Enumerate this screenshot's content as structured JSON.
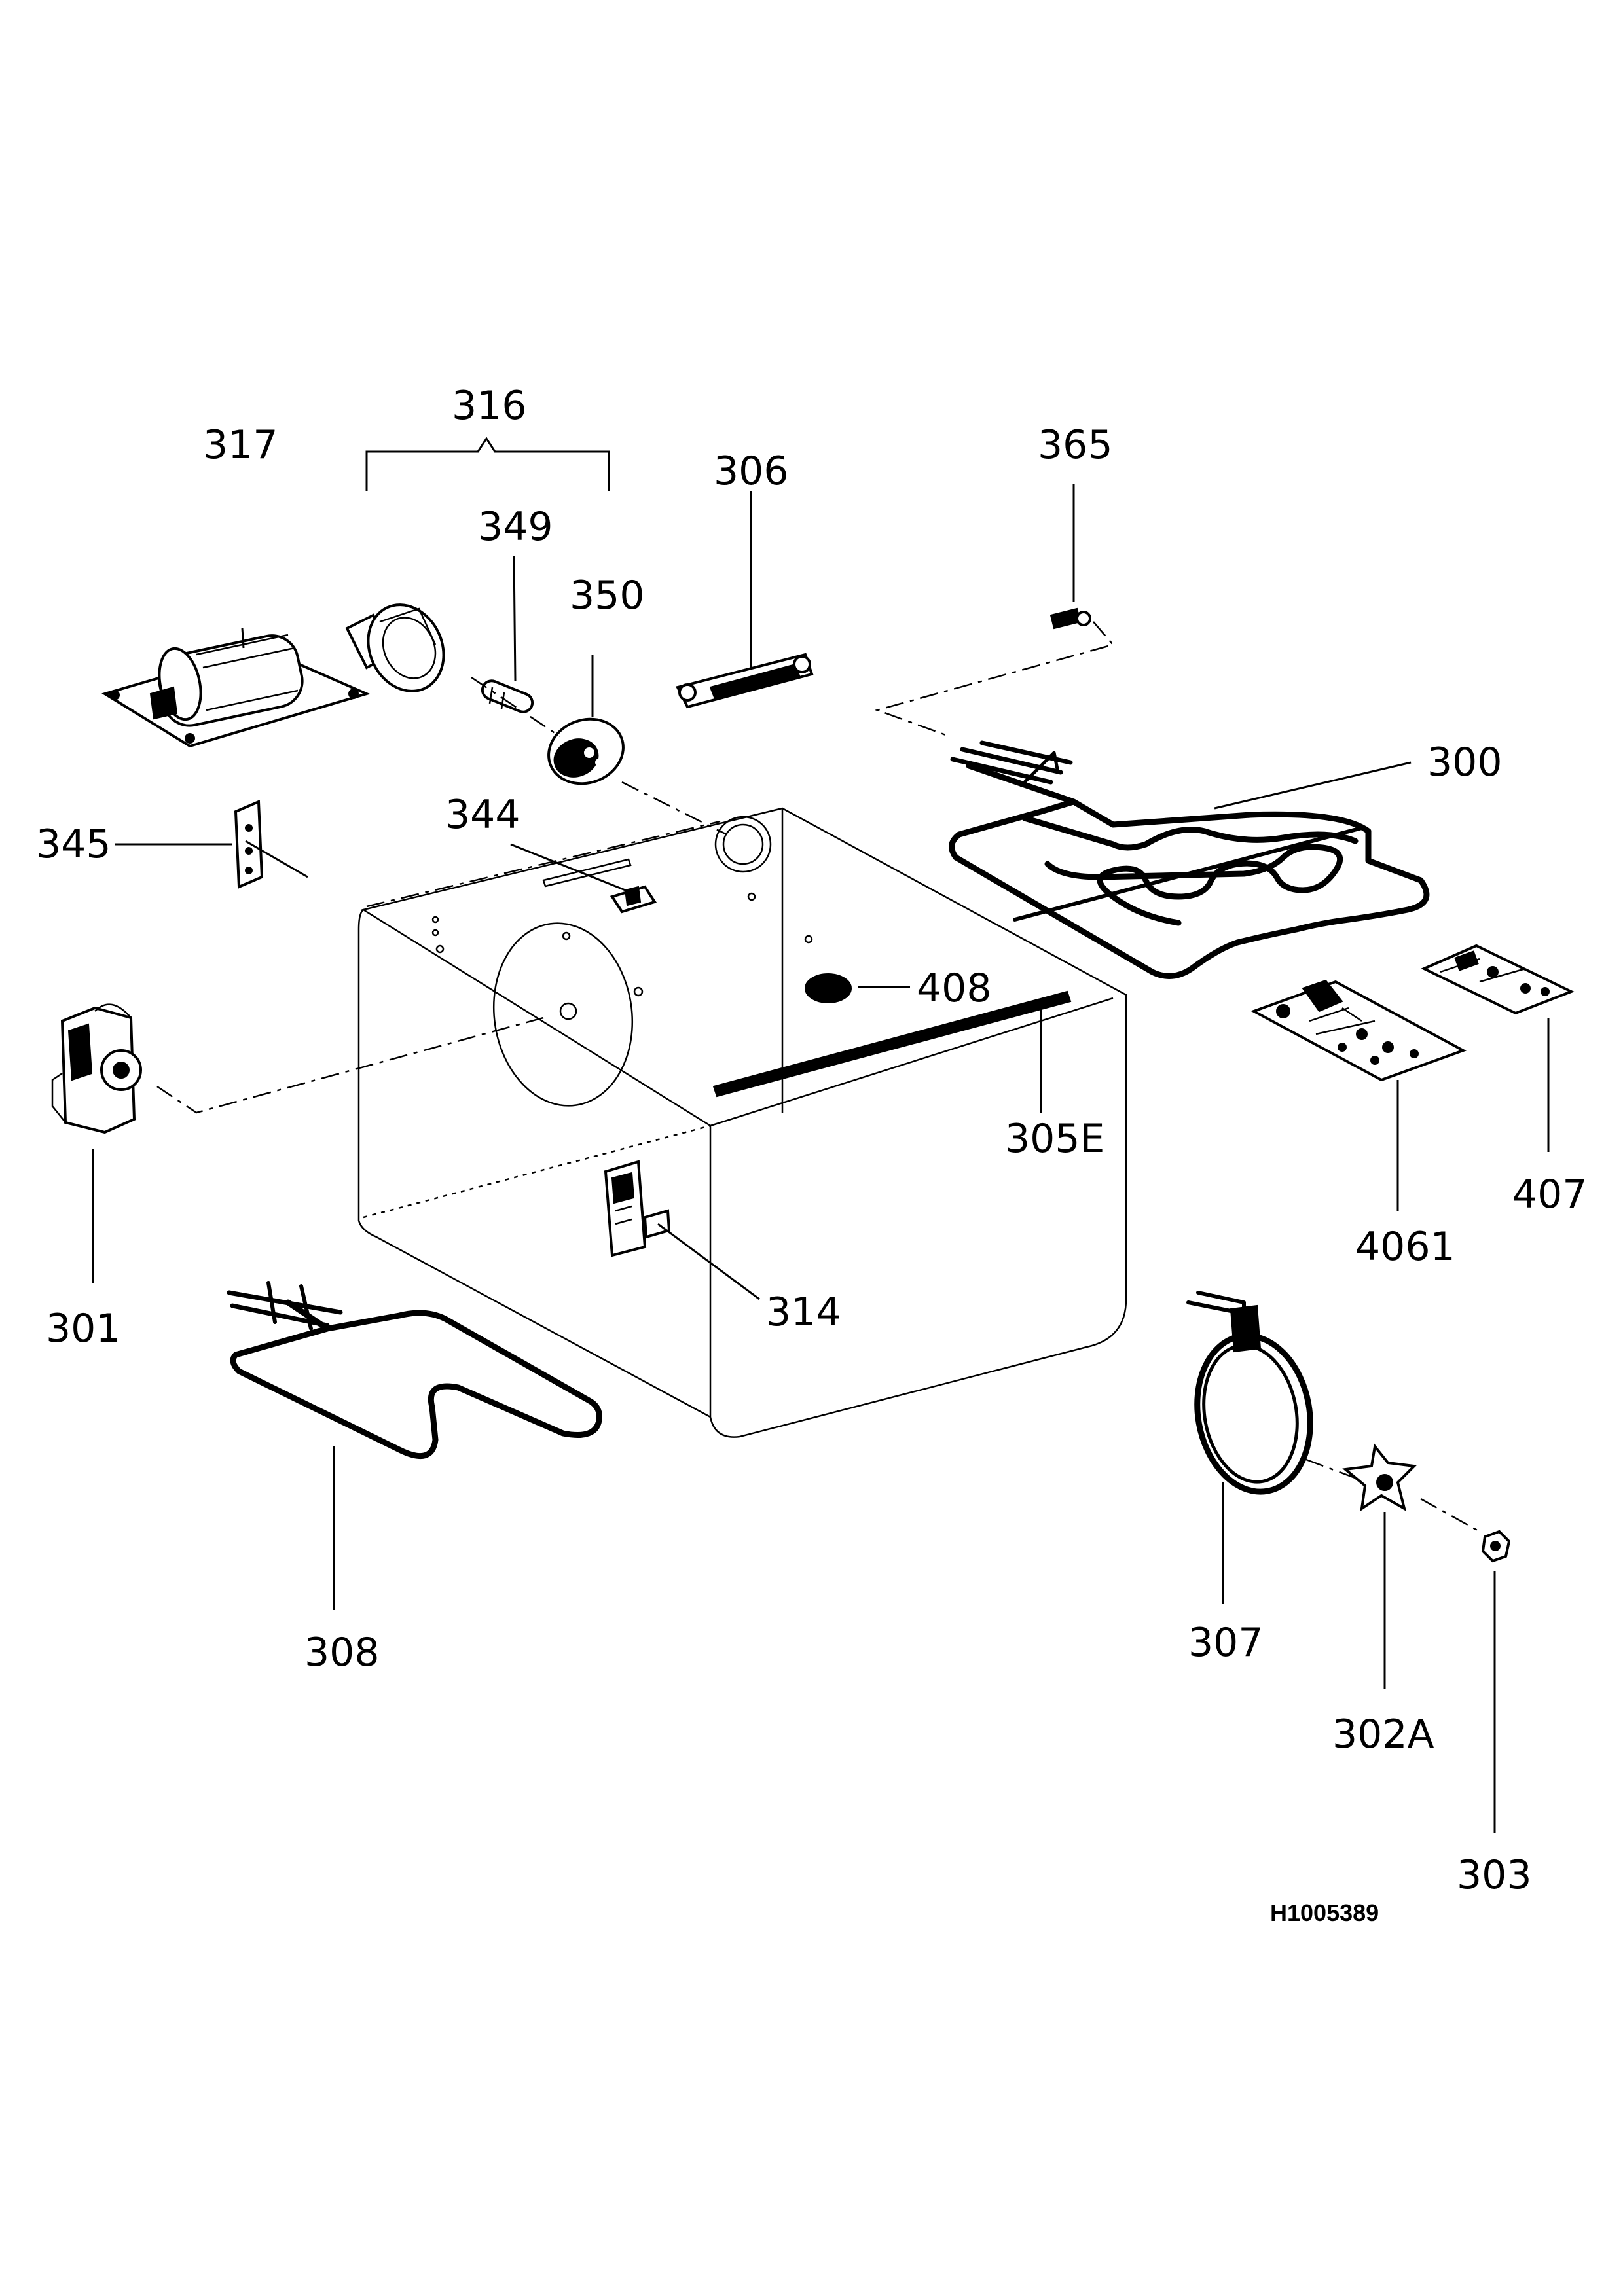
{
  "diagram": {
    "parts": [
      {
        "key": "p317",
        "label": "317",
        "name": "fan-motor-317"
      },
      {
        "key": "p316",
        "label": "316",
        "name": "lamp-assembly-316"
      },
      {
        "key": "p349",
        "label": "349",
        "name": "lamp-bulb-349"
      },
      {
        "key": "p350",
        "label": "350",
        "name": "lamp-holder-350"
      },
      {
        "key": "p306",
        "label": "306",
        "name": "terminal-block-306"
      },
      {
        "key": "p365",
        "label": "365",
        "name": "connector-365"
      },
      {
        "key": "p300",
        "label": "300",
        "name": "grill-element-300"
      },
      {
        "key": "p345",
        "label": "345",
        "name": "bracket-345"
      },
      {
        "key": "p344",
        "label": "344",
        "name": "clip-344"
      },
      {
        "key": "p408",
        "label": "408",
        "name": "plug-408"
      },
      {
        "key": "p301",
        "label": "301",
        "name": "motor-301"
      },
      {
        "key": "p305E",
        "label": "305E",
        "name": "seal-strip-305e"
      },
      {
        "key": "p4061",
        "label": "4061",
        "name": "control-board-4061"
      },
      {
        "key": "p407",
        "label": "407",
        "name": "control-board-407"
      },
      {
        "key": "p314",
        "label": "314",
        "name": "thermostat-314"
      },
      {
        "key": "p308",
        "label": "308",
        "name": "bottom-element-308"
      },
      {
        "key": "p307",
        "label": "307",
        "name": "ring-element-307"
      },
      {
        "key": "p302A",
        "label": "302A",
        "name": "fan-blade-302a"
      },
      {
        "key": "p303",
        "label": "303",
        "name": "nut-303"
      }
    ],
    "labels": {
      "p317": "317",
      "p316": "316",
      "p349": "349",
      "p350": "350",
      "p306": "306",
      "p365": "365",
      "p300": "300",
      "p345": "345",
      "p344": "344",
      "p408": "408",
      "p301": "301",
      "p305E": "305E",
      "p4061": "4061",
      "p407": "407",
      "p314": "314",
      "p308": "308",
      "p307": "307",
      "p302A": "302A",
      "p303": "303"
    },
    "document_code": "H1005389"
  }
}
